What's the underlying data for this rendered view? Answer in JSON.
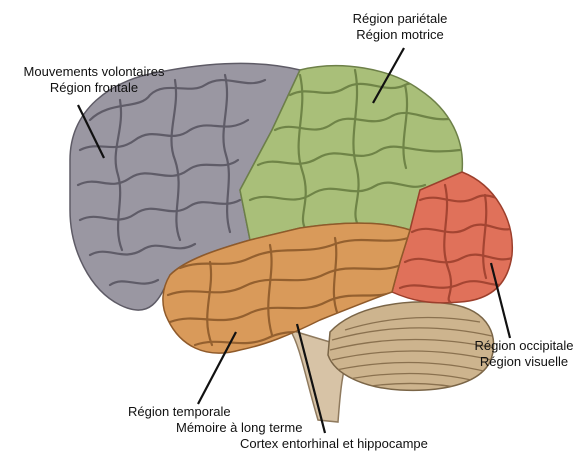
{
  "colors": {
    "frontal": "#9a97a2",
    "parietal": "#a9bf79",
    "occipital": "#e0715a",
    "temporal": "#d99a5a",
    "cerebellum": "#cdb48e",
    "brainstem": "#d7c3a6",
    "leader": "#111111"
  },
  "labels": {
    "frontal": {
      "line1": "Mouvements volontaires",
      "line2": "Région frontale"
    },
    "parietal": {
      "line1": "Région pariétale",
      "line2": "Région motrice"
    },
    "occipital": {
      "line1": "Région occipitale",
      "line2": "Région visuelle"
    },
    "temporal": {
      "line1": "Région temporale",
      "line2": "Mémoire à long terme",
      "line3": "Cortex entorhinal et hippocampe"
    }
  }
}
